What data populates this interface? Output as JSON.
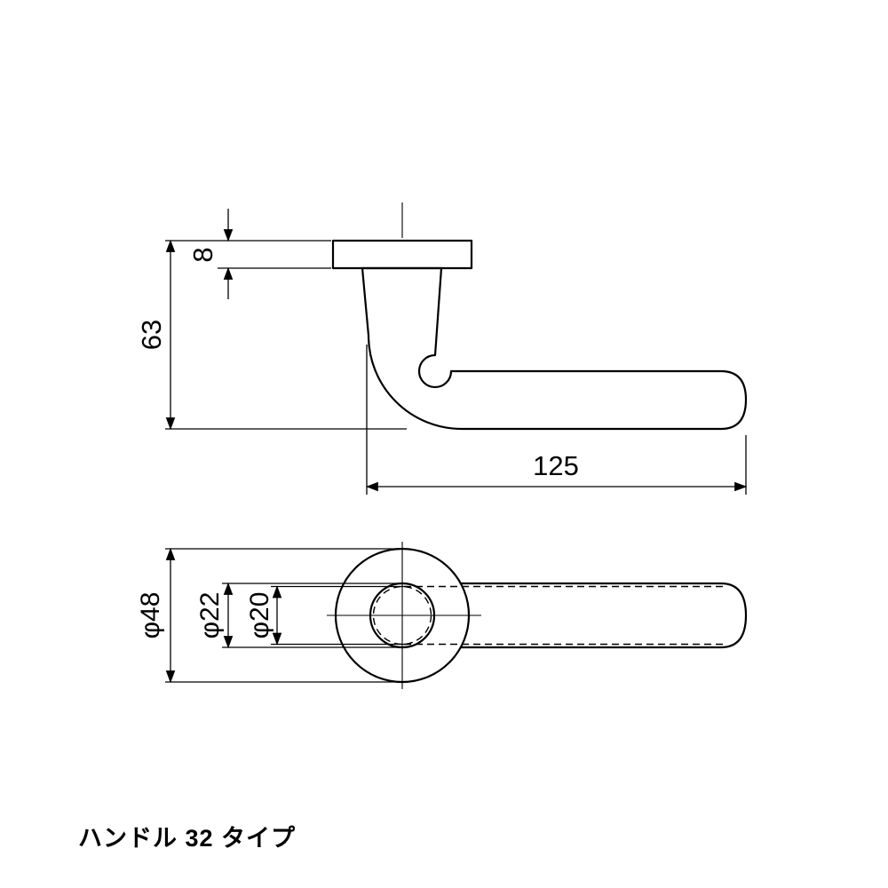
{
  "caption": "ハンドル 32 タイプ",
  "colors": {
    "line": "#000000",
    "background": "#ffffff"
  },
  "side_view": {
    "dim_rose_thickness": "8",
    "dim_height": "63",
    "dim_lever_length": "125"
  },
  "plan_view": {
    "dim_rose_diameter": "φ48",
    "dim_neck_diameter": "φ22",
    "dim_bar_diameter": "φ20"
  }
}
